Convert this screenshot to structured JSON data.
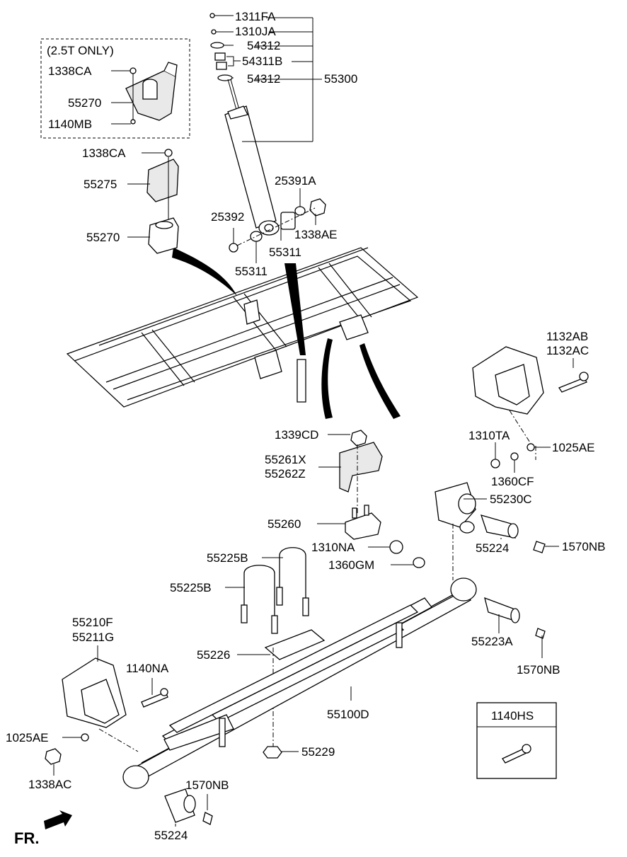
{
  "labels": {
    "p1311FA": "1311FA",
    "p1310JA": "1310JA",
    "p54312a": "54312",
    "p54311B": "54311B",
    "p54312b": "54312",
    "p55300": "55300",
    "note_25t": "(2.5T ONLY)",
    "p1338CA_a": "1338CA",
    "p55270_a": "55270",
    "p1140MB": "1140MB",
    "p1338CA_b": "1338CA",
    "p55275": "55275",
    "p55270_b": "55270",
    "p25391A": "25391A",
    "p25392": "25392",
    "p1338AE": "1338AE",
    "p55311_a": "55311",
    "p55311_b": "55311",
    "p1132AB": "1132AB",
    "p1132AC": "1132AC",
    "p1339CD": "1339CD",
    "p1310TA": "1310TA",
    "p1025AE_a": "1025AE",
    "p55261X": "55261X",
    "p55262Z": "55262Z",
    "p1360CF": "1360CF",
    "p55230C": "55230C",
    "p55260": "55260",
    "p55224_a": "55224",
    "p1570NB_a": "1570NB",
    "p1310NA": "1310NA",
    "p1360GM": "1360GM",
    "p55225B_a": "55225B",
    "p55225B_b": "55225B",
    "p55210F": "55210F",
    "p55211G": "55211G",
    "p55223A": "55223A",
    "p1570NB_b": "1570NB",
    "p55226": "55226",
    "p1140NA": "1140NA",
    "p55100D": "55100D",
    "p1140HS": "1140HS",
    "p1025AE_b": "1025AE",
    "p55229": "55229",
    "p1338AC": "1338AC",
    "p1570NB_c": "1570NB",
    "p55224_b": "55224",
    "fr": "FR."
  }
}
